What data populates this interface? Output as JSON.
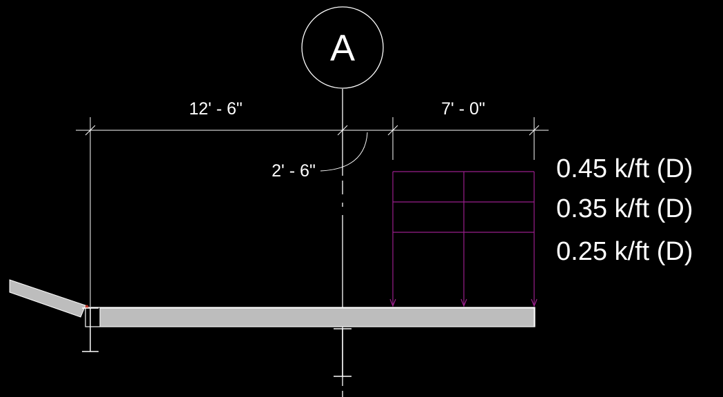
{
  "grid_bubble": {
    "label": "A"
  },
  "dimensions": {
    "left_span": "12' - 6\"",
    "right_span": "7' - 0\"",
    "offset": "2' - 6\""
  },
  "loads": [
    {
      "label": "0.45 k/ft (D)"
    },
    {
      "label": "0.35 k/ft (D)"
    },
    {
      "label": "0.25 k/ft (D)"
    }
  ],
  "colors": {
    "background": "#000000",
    "linework": "#ffffff",
    "load_lines": "#9a1f8c",
    "slab_fill": "#bdbdbd"
  }
}
